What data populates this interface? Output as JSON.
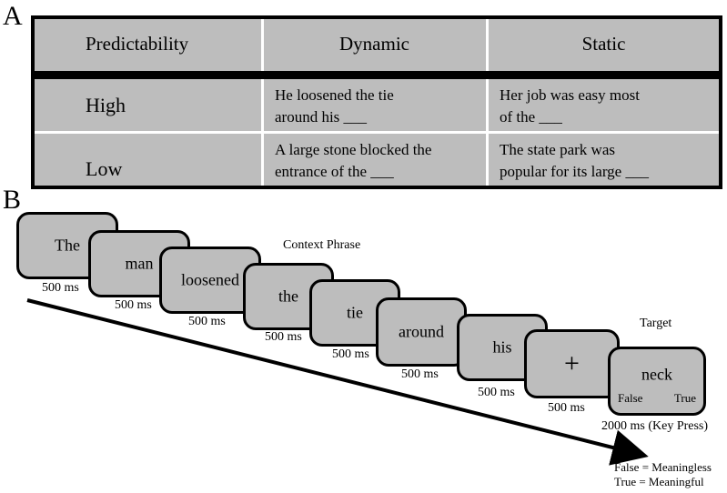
{
  "panel_a": {
    "letter": "A",
    "headers": [
      "Predictability",
      "Dynamic",
      "Static"
    ],
    "rows": [
      {
        "label": "High",
        "dynamic": [
          "He loosened the tie",
          "around his ___"
        ],
        "static": [
          "Her job was easy most",
          "of the ___"
        ]
      },
      {
        "label": "Low",
        "dynamic": [
          "A large stone blocked the",
          "entrance of the ___"
        ],
        "static": [
          "The state park was",
          "popular for its large ___"
        ]
      }
    ]
  },
  "panel_b": {
    "letter": "B",
    "context_label": "Context Phrase",
    "target_label": "Target",
    "words": [
      "The",
      "man",
      "loosened",
      "the",
      "tie",
      "around",
      "his"
    ],
    "fixation": "+",
    "durations": [
      "500 ms",
      "500 ms",
      "500 ms",
      "500 ms",
      "500 ms",
      "500 ms",
      "500 ms",
      "500 ms"
    ],
    "target": {
      "word": "neck",
      "left_option": "False",
      "right_option": "True",
      "duration": "2000 ms (Key Press)"
    },
    "legend": [
      "False = Meaningless",
      "True = Meaningful"
    ]
  }
}
